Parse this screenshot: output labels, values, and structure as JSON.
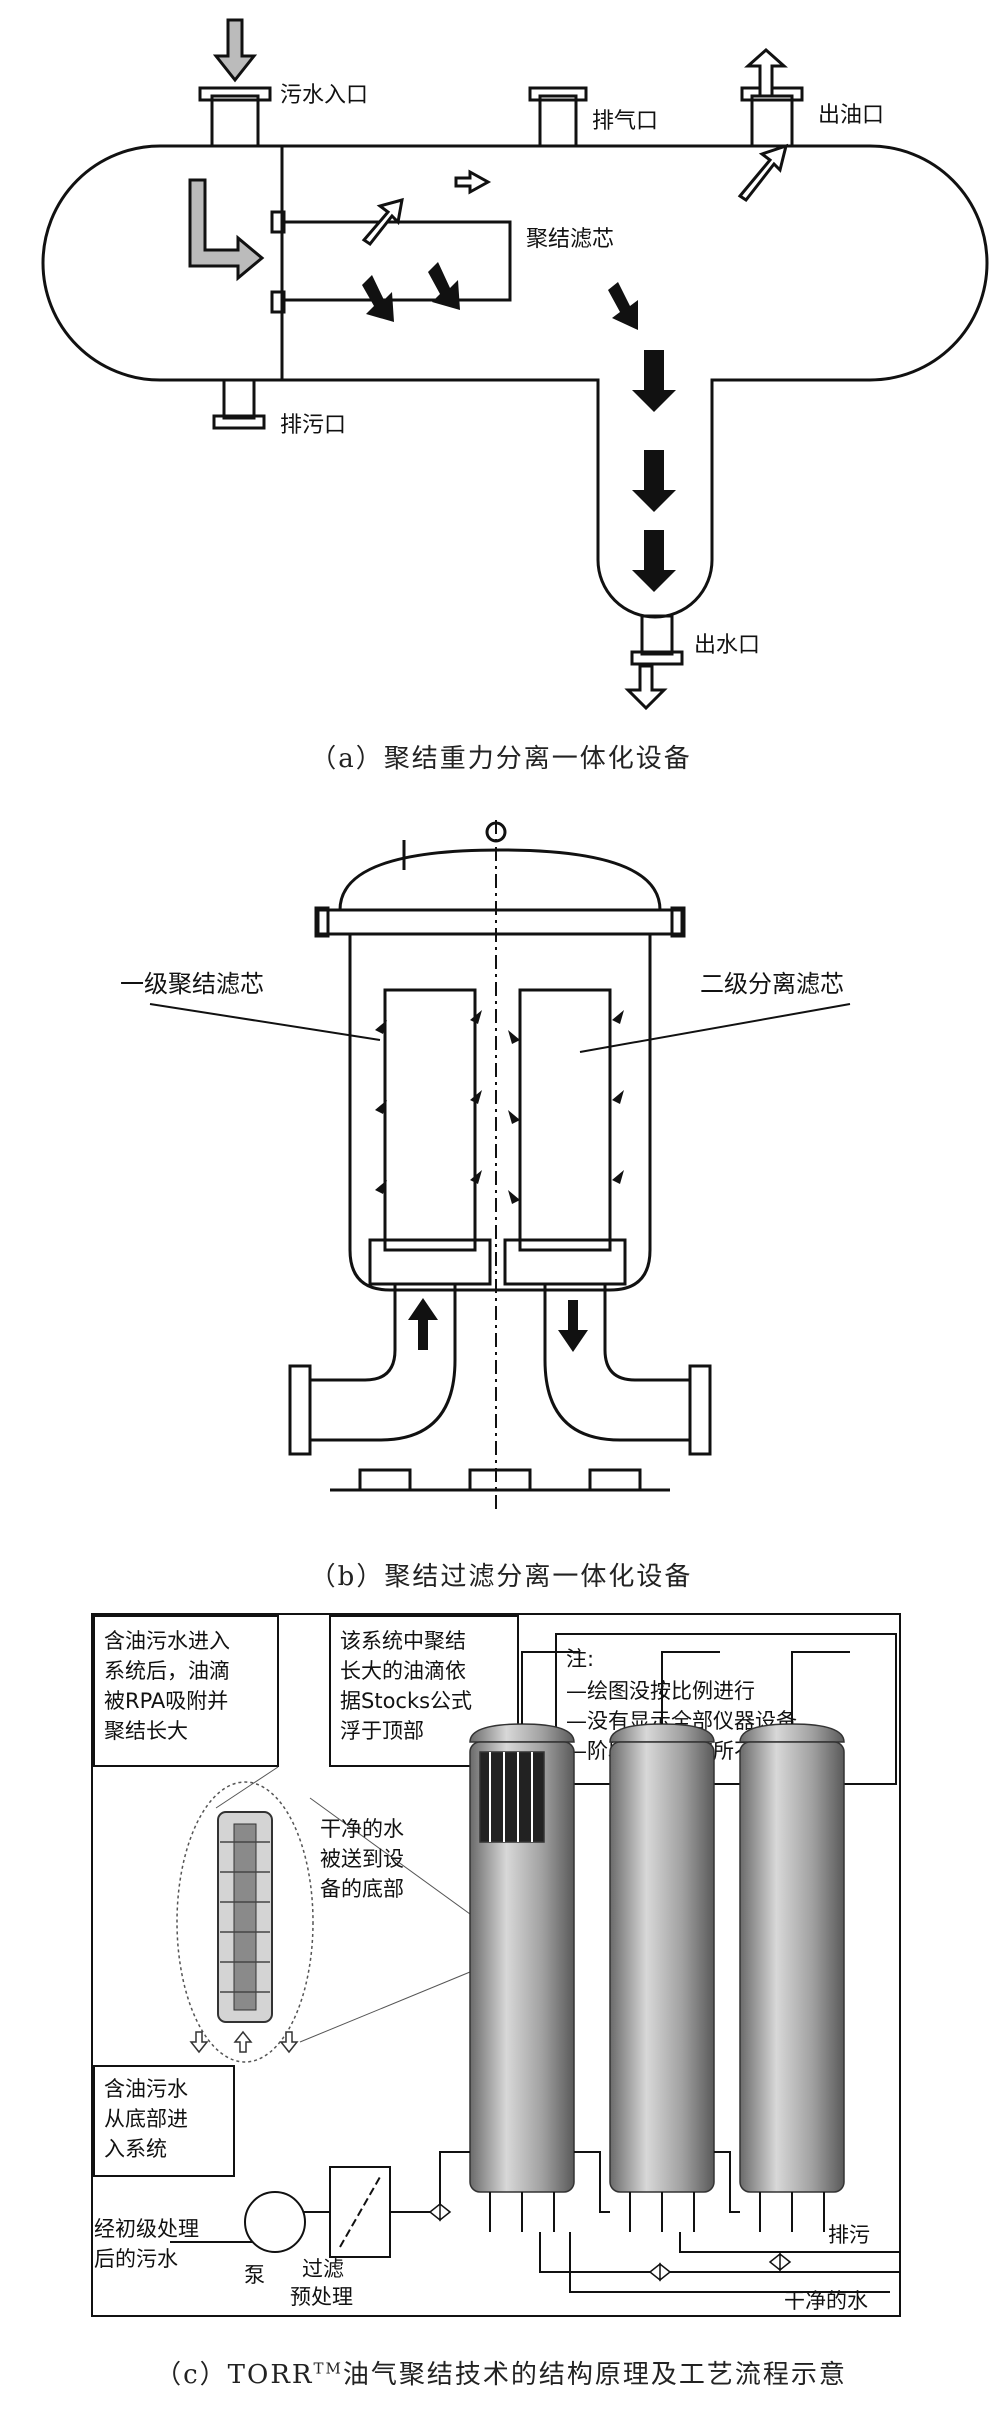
{
  "figure_a": {
    "labels": {
      "inlet": "污水入口",
      "vent": "排气口",
      "oil_out": "出油口",
      "coalescer": "聚结滤芯",
      "drain": "排污口",
      "water_out": "出水口"
    },
    "caption": "（a）聚结重力分离一体化设备"
  },
  "figure_b": {
    "labels": {
      "stage1": "一级聚结滤芯",
      "stage2": "二级分离滤芯"
    },
    "caption": "（b）聚结过滤分离一体化设备"
  },
  "figure_c": {
    "box1": [
      "含油污水进入",
      "系统后，油滴",
      "被RPA吸附并",
      "聚结长大"
    ],
    "box2": [
      "该系统中聚结",
      "长大的油滴依",
      "据Stocks公式",
      "浮于顶部"
    ],
    "note": [
      "注:",
      "—绘图没按比例进行",
      "—没有显示全部仪器设备",
      "—阶段数可能有所不同"
    ],
    "clean_water_note": [
      "干净的水",
      "被送到设",
      "备的底部"
    ],
    "inlet_note": [
      "含油污水",
      "从底部进",
      "入系统"
    ],
    "pretreated": [
      "经初级处理",
      "后的污水"
    ],
    "pump": "泵",
    "filter": [
      "过滤",
      "预处理"
    ],
    "drain": "排污",
    "clean_water": "干净的水",
    "caption_prefix": "（c）TORR",
    "caption_sup": "TM",
    "caption_suffix": "油气聚结技术的结构原理及工艺流程示意"
  }
}
